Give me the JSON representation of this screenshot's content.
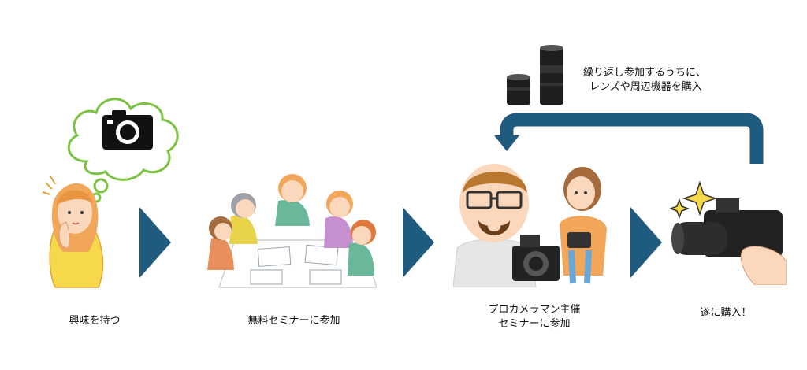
{
  "steps": [
    {
      "label": "興味を持つ"
    },
    {
      "label": "無料セミナーに参加"
    },
    {
      "label_line1": "プロカメラマン主催",
      "label_line2": "セミナーに参加"
    },
    {
      "label": "遂に購入！"
    }
  ],
  "loop_note": {
    "line1": "繰り返し参加するうちに、",
    "line2": "レンズや周辺機器を購入"
  },
  "colors": {
    "arrow": "#1f5a7f",
    "thought_outline": "#7cc242",
    "skin": "#fbd7bc",
    "hair_orange": "#f2a65a"
  }
}
